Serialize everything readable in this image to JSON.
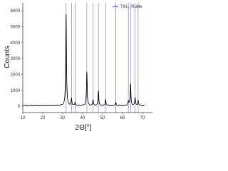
{
  "chart_data": {
    "type": "line",
    "title": "",
    "xlabel": "2Θ[°]",
    "ylabel": "Counts",
    "xlim": [
      10,
      75
    ],
    "ylim": [
      -400,
      6500
    ],
    "x_ticks": [
      "10",
      "20",
      "30",
      "40",
      "50",
      "60",
      "70"
    ],
    "y_ticks": [
      "0",
      "1000",
      "2000",
      "3000",
      "4000",
      "5000",
      "6000"
    ],
    "grid": false,
    "legend": {
      "position": "top-right",
      "entries": [
        {
          "label": "TiO₂, Rutile",
          "color": "#5560c8"
        }
      ]
    },
    "series": [
      {
        "name": "",
        "color": "#111111",
        "baseline": 40,
        "peaks": [
          {
            "x": 31.7,
            "y": 5750
          },
          {
            "x": 34.4,
            "y": 450
          },
          {
            "x": 36.2,
            "y": 250
          },
          {
            "x": 42.1,
            "y": 2150
          },
          {
            "x": 45.2,
            "y": 380
          },
          {
            "x": 47.9,
            "y": 950
          },
          {
            "x": 51.5,
            "y": 420
          },
          {
            "x": 56.6,
            "y": 250
          },
          {
            "x": 62.9,
            "y": 300
          },
          {
            "x": 64.0,
            "y": 1400
          },
          {
            "x": 66.3,
            "y": 520
          },
          {
            "x": 67.8,
            "y": 380
          }
        ]
      }
    ],
    "reference_lines": {
      "name": "TiO₂, Rutile",
      "color": "#5560c8",
      "positions": [
        31.7,
        34.4,
        36.2,
        42.1,
        45.2,
        47.9,
        51.5,
        56.6,
        62.9,
        64.0,
        66.3,
        67.8
      ]
    }
  }
}
